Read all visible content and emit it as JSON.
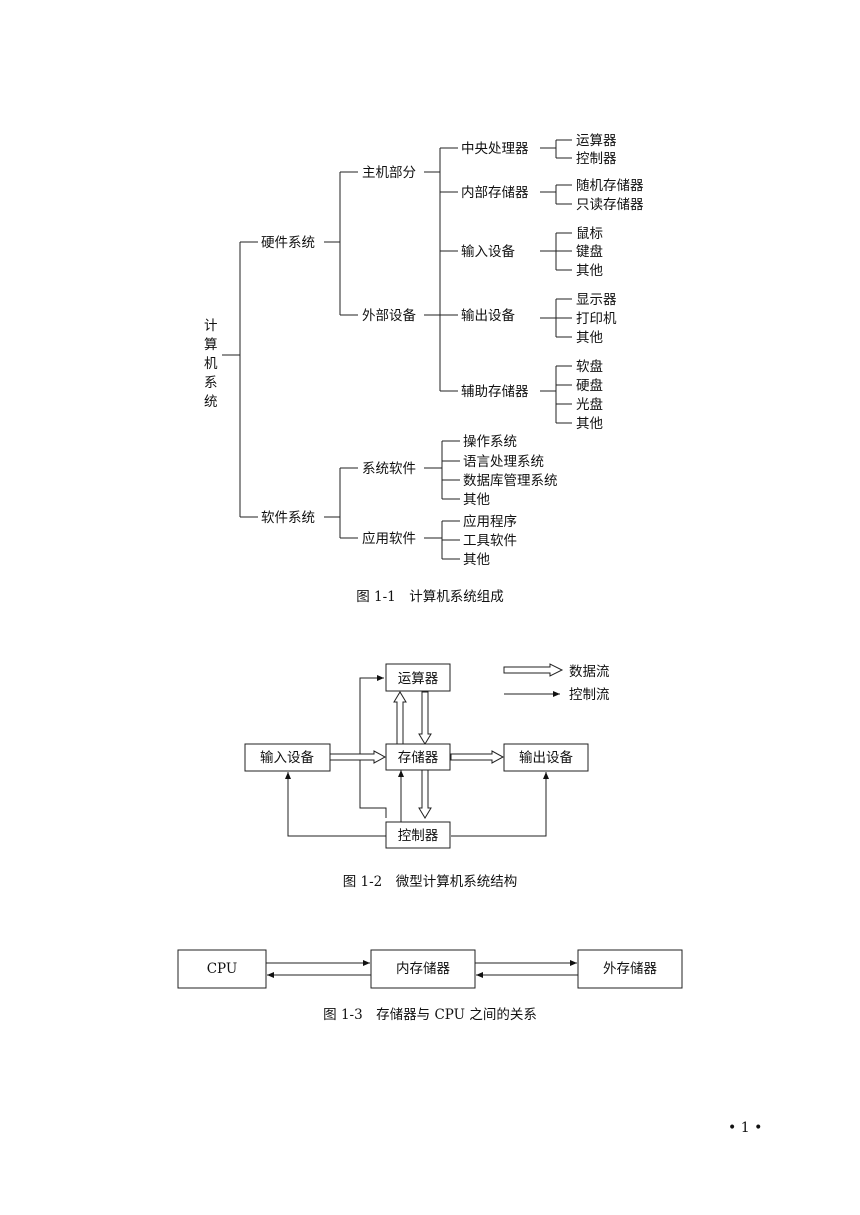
{
  "fig1": {
    "root": "计\n算\n机\n系\n统",
    "hardware": "硬件系统",
    "host": "主机部分",
    "cpu": "中央处理器",
    "alu": "运算器",
    "cu": "控制器",
    "internal_mem": "内部存储器",
    "ram": "随机存储器",
    "rom": "只读存储器",
    "peripheral": "外部设备",
    "input": "输入设备",
    "mouse": "鼠标",
    "keyboard": "键盘",
    "input_other": "其他",
    "output": "输出设备",
    "monitor": "显示器",
    "printer": "打印机",
    "output_other": "其他",
    "aux_storage": "辅助存储器",
    "floppy": "软盘",
    "hard_disk": "硬盘",
    "optical": "光盘",
    "aux_other": "其他",
    "software": "软件系统",
    "system_sw": "系统软件",
    "os": "操作系统",
    "lang_proc": "语言处理系统",
    "dbms": "数据库管理系统",
    "sys_other": "其他",
    "app_sw": "应用软件",
    "app_prog": "应用程序",
    "tools": "工具软件",
    "app_other": "其他",
    "caption": "图 1-1　计算机系统组成"
  },
  "fig2": {
    "alu": "运算器",
    "memory": "存储器",
    "input": "输入设备",
    "output": "输出设备",
    "controller": "控制器",
    "legend_data": "数据流",
    "legend_control": "控制流",
    "caption": "图 1-2　微型计算机系统结构"
  },
  "fig3": {
    "cpu": "CPU",
    "internal": "内存储器",
    "external": "外存储器",
    "caption": "图 1-3　存储器与 CPU 之间的关系"
  },
  "page_number": "• 1 •"
}
